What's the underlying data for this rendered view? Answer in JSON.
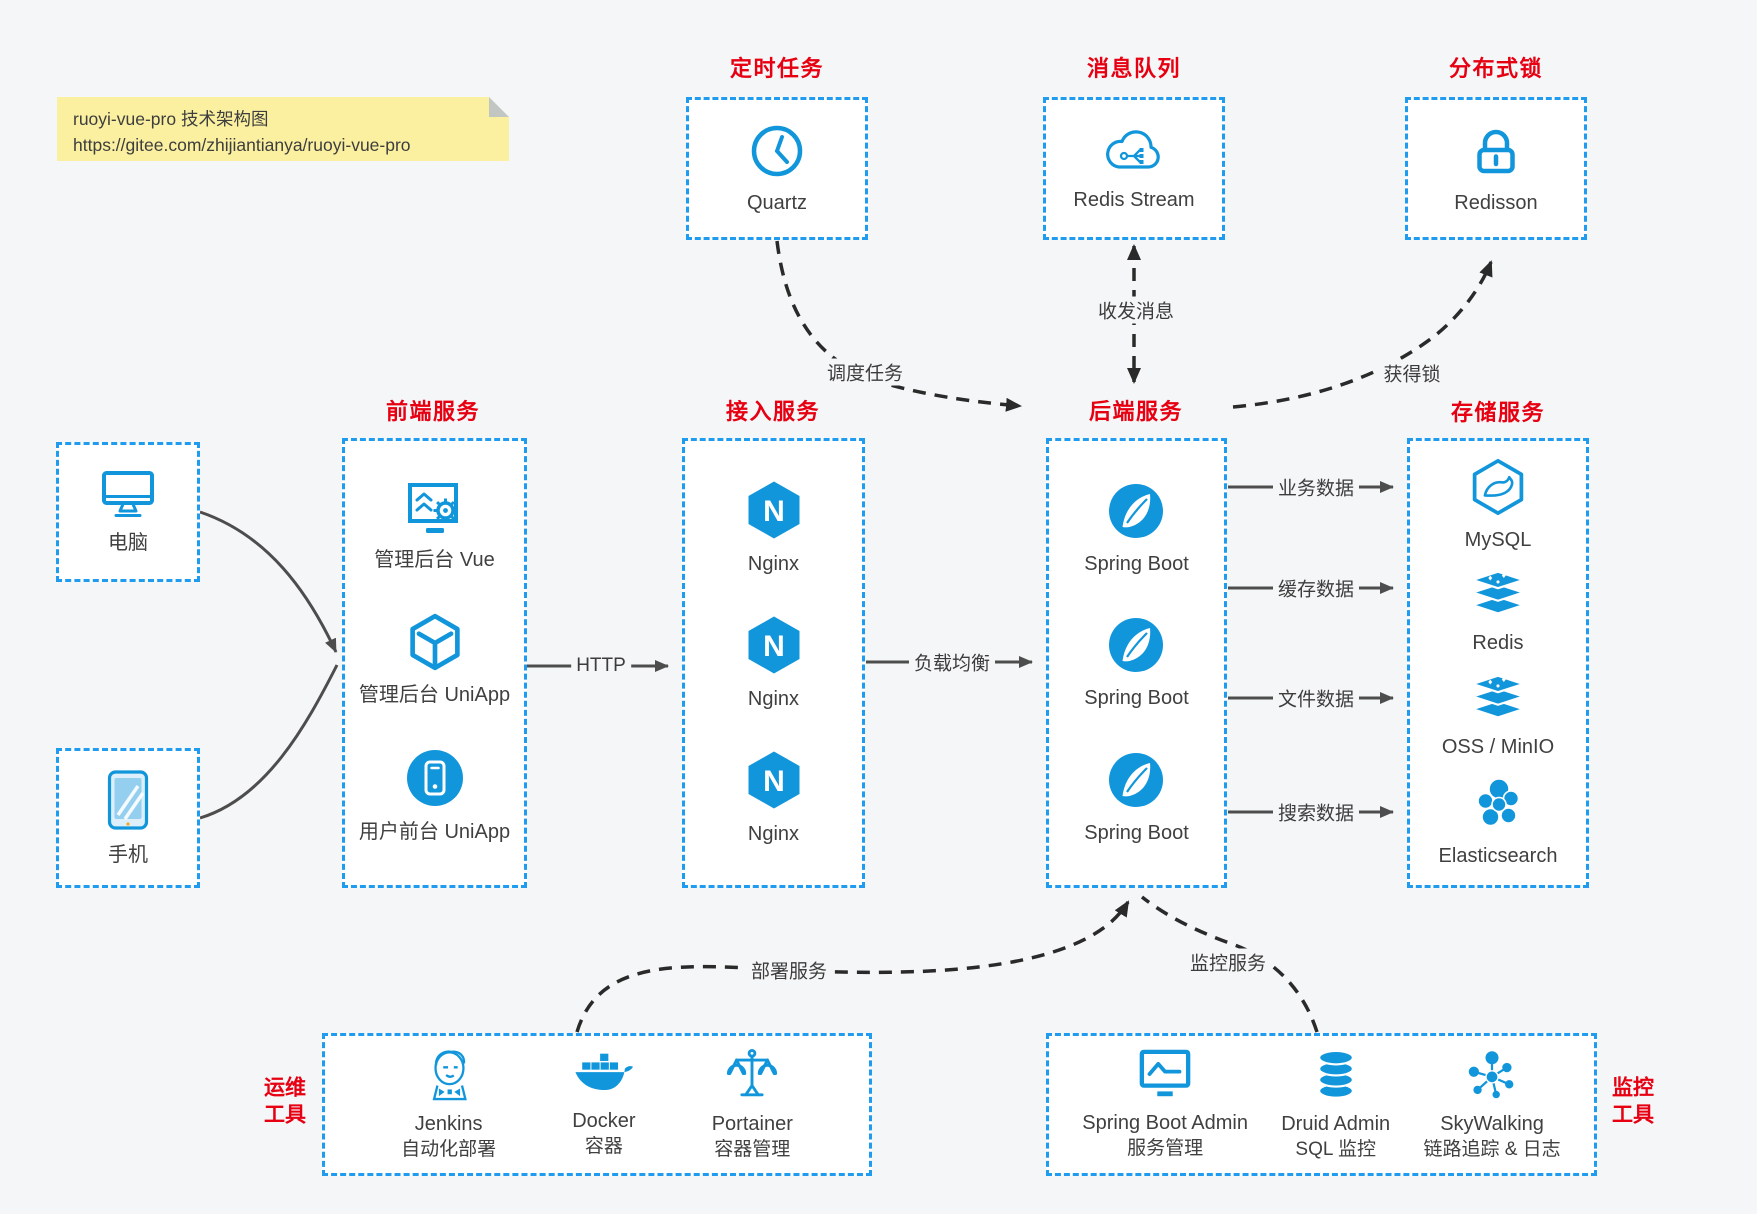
{
  "note": {
    "line1": "ruoyi-vue-pro 技术架构图",
    "line2": "https://gitee.com/zhijiantianya/ruoyi-vue-pro"
  },
  "top_groups": [
    {
      "title": "定时任务",
      "items": [
        {
          "label": "Quartz",
          "icon": "clock-icon"
        }
      ]
    },
    {
      "title": "消息队列",
      "items": [
        {
          "label": "Redis Stream",
          "icon": "cloud-stream-icon"
        }
      ]
    },
    {
      "title": "分布式锁",
      "items": [
        {
          "label": "Redisson",
          "icon": "lock-icon"
        }
      ]
    }
  ],
  "clients": [
    {
      "label": "电脑",
      "icon": "desktop-icon"
    },
    {
      "label": "手机",
      "icon": "phone-icon"
    }
  ],
  "main_groups": [
    {
      "title": "前端服务",
      "items": [
        {
          "label": "管理后台 Vue",
          "icon": "admin-vue-icon"
        },
        {
          "label": "管理后台 UniApp",
          "icon": "uniapp-cube-icon"
        },
        {
          "label": "用户前台 UniApp",
          "icon": "user-uniapp-icon"
        }
      ]
    },
    {
      "title": "接入服务",
      "items": [
        {
          "label": "Nginx",
          "icon": "nginx-icon"
        },
        {
          "label": "Nginx",
          "icon": "nginx-icon"
        },
        {
          "label": "Nginx",
          "icon": "nginx-icon"
        }
      ]
    },
    {
      "title": "后端服务",
      "items": [
        {
          "label": "Spring Boot",
          "icon": "springboot-icon"
        },
        {
          "label": "Spring Boot",
          "icon": "springboot-icon"
        },
        {
          "label": "Spring Boot",
          "icon": "springboot-icon"
        }
      ]
    },
    {
      "title": "存储服务",
      "items": [
        {
          "label": "MySQL",
          "icon": "mysql-icon"
        },
        {
          "label": "Redis",
          "icon": "redis-stack-icon"
        },
        {
          "label": "OSS / MinIO",
          "icon": "storage-stack-icon"
        },
        {
          "label": "Elasticsearch",
          "icon": "elasticsearch-icon"
        }
      ]
    }
  ],
  "bottom_groups": [
    {
      "side_title_top": "运维",
      "side_title_bottom": "工具",
      "items": [
        {
          "label": "Jenkins",
          "sub": "自动化部署",
          "icon": "jenkins-icon"
        },
        {
          "label": "Docker",
          "sub": "容器",
          "icon": "docker-whale-icon"
        },
        {
          "label": "Portainer",
          "sub": "容器管理",
          "icon": "scales-icon"
        }
      ]
    },
    {
      "side_title_top": "监控",
      "side_title_bottom": "工具",
      "items": [
        {
          "label": "Spring Boot Admin",
          "sub": "服务管理",
          "icon": "monitor-chart-icon"
        },
        {
          "label": "Druid Admin",
          "sub": "SQL 监控",
          "icon": "database-icon"
        },
        {
          "label": "SkyWalking",
          "sub": "链路追踪 & 日志",
          "icon": "network-nodes-icon"
        }
      ]
    }
  ],
  "edge_labels": {
    "http": "HTTP",
    "load_balance": "负载均衡",
    "business": "业务数据",
    "cache": "缓存数据",
    "file": "文件数据",
    "search": "搜索数据",
    "schedule": "调度任务",
    "message": "收发消息",
    "lock": "获得锁",
    "deploy": "部署服务",
    "monitor": "监控服务"
  },
  "colors": {
    "accent_blue": "#1296db",
    "border_blue": "#1f9bf0",
    "title_red": "#e60012",
    "text": "#404040",
    "arrow_gray": "#4d4d4d",
    "dash_dark": "#2a2a2a",
    "background": "#f5f6f7",
    "note_yellow": "#faf0a0"
  }
}
